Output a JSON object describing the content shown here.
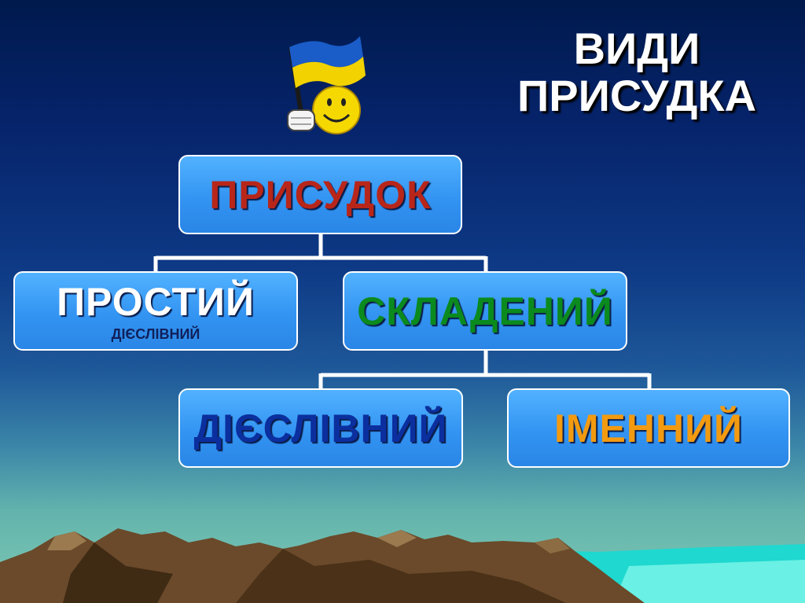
{
  "title": {
    "line1": "ВИДИ",
    "line2": "ПРИСУДКА"
  },
  "icon": {
    "name": "ukrainian-flag-smiley-icon"
  },
  "tree": {
    "root": {
      "label": "ПРИСУДОК",
      "color": "#b8261a"
    },
    "simple": {
      "label": "ПРОСТИЙ",
      "sublabel": "ДІЄСЛІВНИЙ",
      "color": "#ffffff"
    },
    "compound": {
      "label": "СКЛАДЕНИЙ",
      "color": "#0b8a1e"
    },
    "verbal": {
      "label": "ДІЄСЛІВНИЙ",
      "color": "#0b2f9e"
    },
    "nominal": {
      "label": "ІМЕННИЙ",
      "color": "#f29a10"
    }
  },
  "colors": {
    "node_fill": "#3394f2",
    "connector": "#ffffff",
    "mountains": "#6a4a2a",
    "sea": "#19d6cf"
  }
}
